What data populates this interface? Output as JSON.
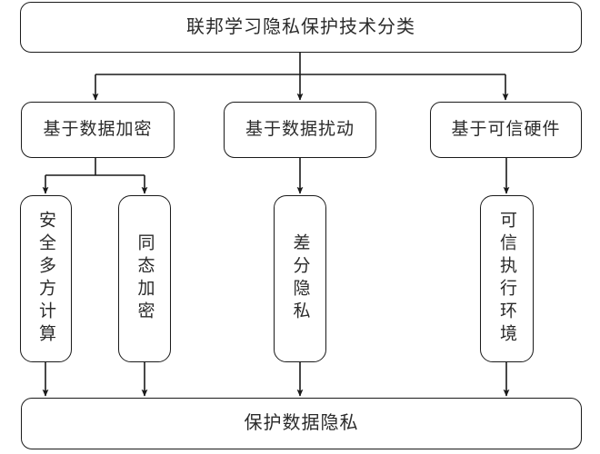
{
  "diagram": {
    "title_text": "联邦学习隐私保护技术分类",
    "terminal_text": "保护数据隐私",
    "colors": {
      "stroke": "#1a1a1a",
      "text": "#2b2b2b",
      "background": "#ffffff"
    },
    "nodes": {
      "root": {
        "label": "联邦学习隐私保护技术分类",
        "orientation": "horizontal"
      },
      "category_encryption": {
        "label": "基于数据加密",
        "orientation": "horizontal"
      },
      "category_perturbation": {
        "label": "基于数据扰动",
        "orientation": "horizontal"
      },
      "category_hardware": {
        "label": "基于可信硬件",
        "orientation": "horizontal"
      },
      "tech_smpc": {
        "label": "安全多方计算",
        "orientation": "vertical"
      },
      "tech_he": {
        "label": "同态加密",
        "orientation": "vertical"
      },
      "tech_dp": {
        "label": "差分隐私",
        "orientation": "vertical"
      },
      "tech_tee": {
        "label": "可信执行环境",
        "orientation": "vertical"
      },
      "terminal": {
        "label": "保护数据隐私",
        "orientation": "horizontal"
      }
    },
    "edges": [
      {
        "from": "root",
        "to": "category_encryption"
      },
      {
        "from": "root",
        "to": "category_perturbation"
      },
      {
        "from": "root",
        "to": "category_hardware"
      },
      {
        "from": "category_encryption",
        "to": "tech_smpc"
      },
      {
        "from": "category_encryption",
        "to": "tech_he"
      },
      {
        "from": "category_perturbation",
        "to": "tech_dp"
      },
      {
        "from": "category_hardware",
        "to": "tech_tee"
      },
      {
        "from": "tech_smpc",
        "to": "terminal"
      },
      {
        "from": "tech_he",
        "to": "terminal"
      },
      {
        "from": "tech_dp",
        "to": "terminal"
      },
      {
        "from": "tech_tee",
        "to": "terminal"
      }
    ]
  }
}
